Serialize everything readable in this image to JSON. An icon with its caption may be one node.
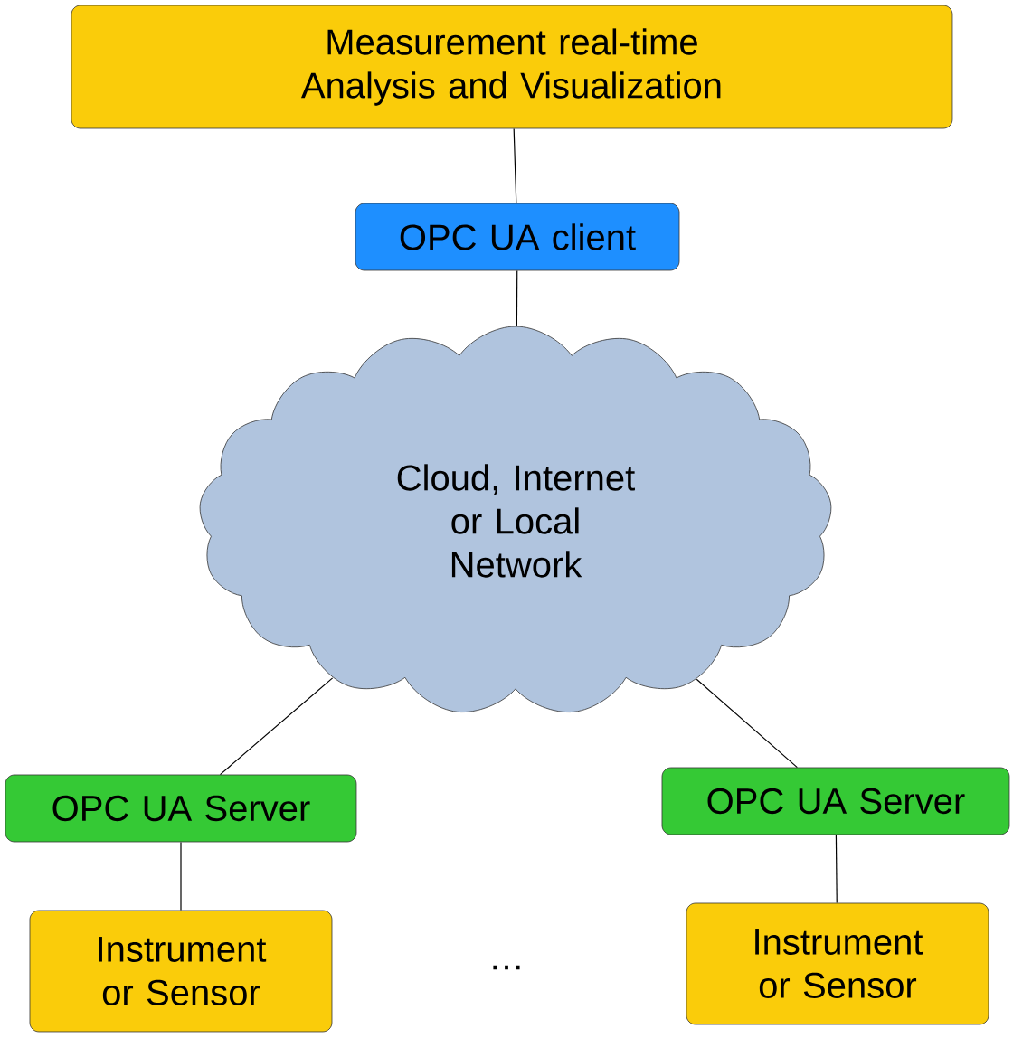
{
  "diagram": {
    "nodes": [
      {
        "text": [
          "Measurement real-time Analysis and Visualization"
        ]
      },
      {
        "text": [
          "OPC UA client"
        ]
      },
      {
        "text": [
          "Cloud, Internet or Local Network"
        ]
      },
      {
        "text": [
          "OPC UA Server"
        ]
      },
      {
        "text": [
          "OPC UA Server"
        ]
      },
      {
        "text": [
          "Instrument or Sensor"
        ]
      },
      {
        "text": [
          "Instrument or Sensor"
        ]
      }
    ],
    "edges": [
      {
        "from": 0,
        "to": 1,
        "arrow": "none"
      },
      {
        "from": 1,
        "to": 2,
        "arrow": "none"
      },
      {
        "from": 2,
        "to": 3,
        "arrow": "none"
      },
      {
        "from": 2,
        "to": 4,
        "arrow": "none"
      },
      {
        "from": 3,
        "to": 5,
        "arrow": "none"
      },
      {
        "from": 4,
        "to": 6,
        "arrow": "none"
      }
    ],
    "labels": [
      "…"
    ]
  }
}
